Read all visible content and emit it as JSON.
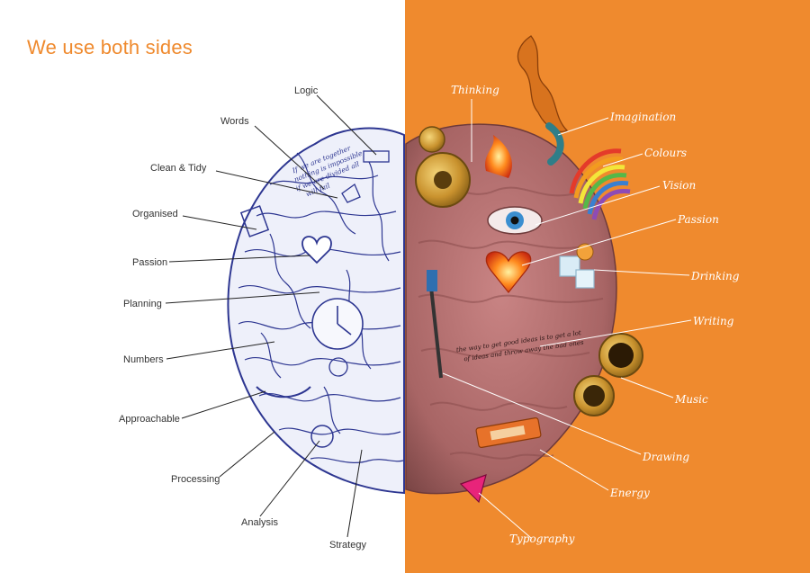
{
  "title": "We use both sides",
  "colors": {
    "accent": "#ef8a2e",
    "left_brain_ink": "#2d3691",
    "right_brain_flesh": "#b86f6f",
    "label_text_left": "#333333",
    "label_text_right": "#ffffff"
  },
  "left_labels": [
    {
      "id": "logic",
      "text": "Logic"
    },
    {
      "id": "words",
      "text": "Words"
    },
    {
      "id": "clean-tidy",
      "text": "Clean & Tidy"
    },
    {
      "id": "organised",
      "text": "Organised"
    },
    {
      "id": "passion",
      "text": "Passion"
    },
    {
      "id": "planning",
      "text": "Planning"
    },
    {
      "id": "numbers",
      "text": "Numbers"
    },
    {
      "id": "approachable",
      "text": "Approachable"
    },
    {
      "id": "processing",
      "text": "Processing"
    },
    {
      "id": "analysis",
      "text": "Analysis"
    },
    {
      "id": "strategy",
      "text": "Strategy"
    }
  ],
  "right_labels": [
    {
      "id": "thinking",
      "text": "Thinking"
    },
    {
      "id": "imagination",
      "text": "Imagination"
    },
    {
      "id": "colours",
      "text": "Colours"
    },
    {
      "id": "vision",
      "text": "Vision"
    },
    {
      "id": "passion",
      "text": "Passion"
    },
    {
      "id": "drinking",
      "text": "Drinking"
    },
    {
      "id": "writing",
      "text": "Writing"
    },
    {
      "id": "music",
      "text": "Music"
    },
    {
      "id": "drawing",
      "text": "Drawing"
    },
    {
      "id": "energy",
      "text": "Energy"
    },
    {
      "id": "typography",
      "text": "Typography"
    }
  ],
  "brain_text": {
    "left_script": [
      "If we are together",
      "nothing is impossible",
      "if we are divided all",
      "will fail"
    ],
    "right_script": [
      "the way to get good ideas is to get a lot",
      "of ideas and throw away the bad ones"
    ]
  }
}
